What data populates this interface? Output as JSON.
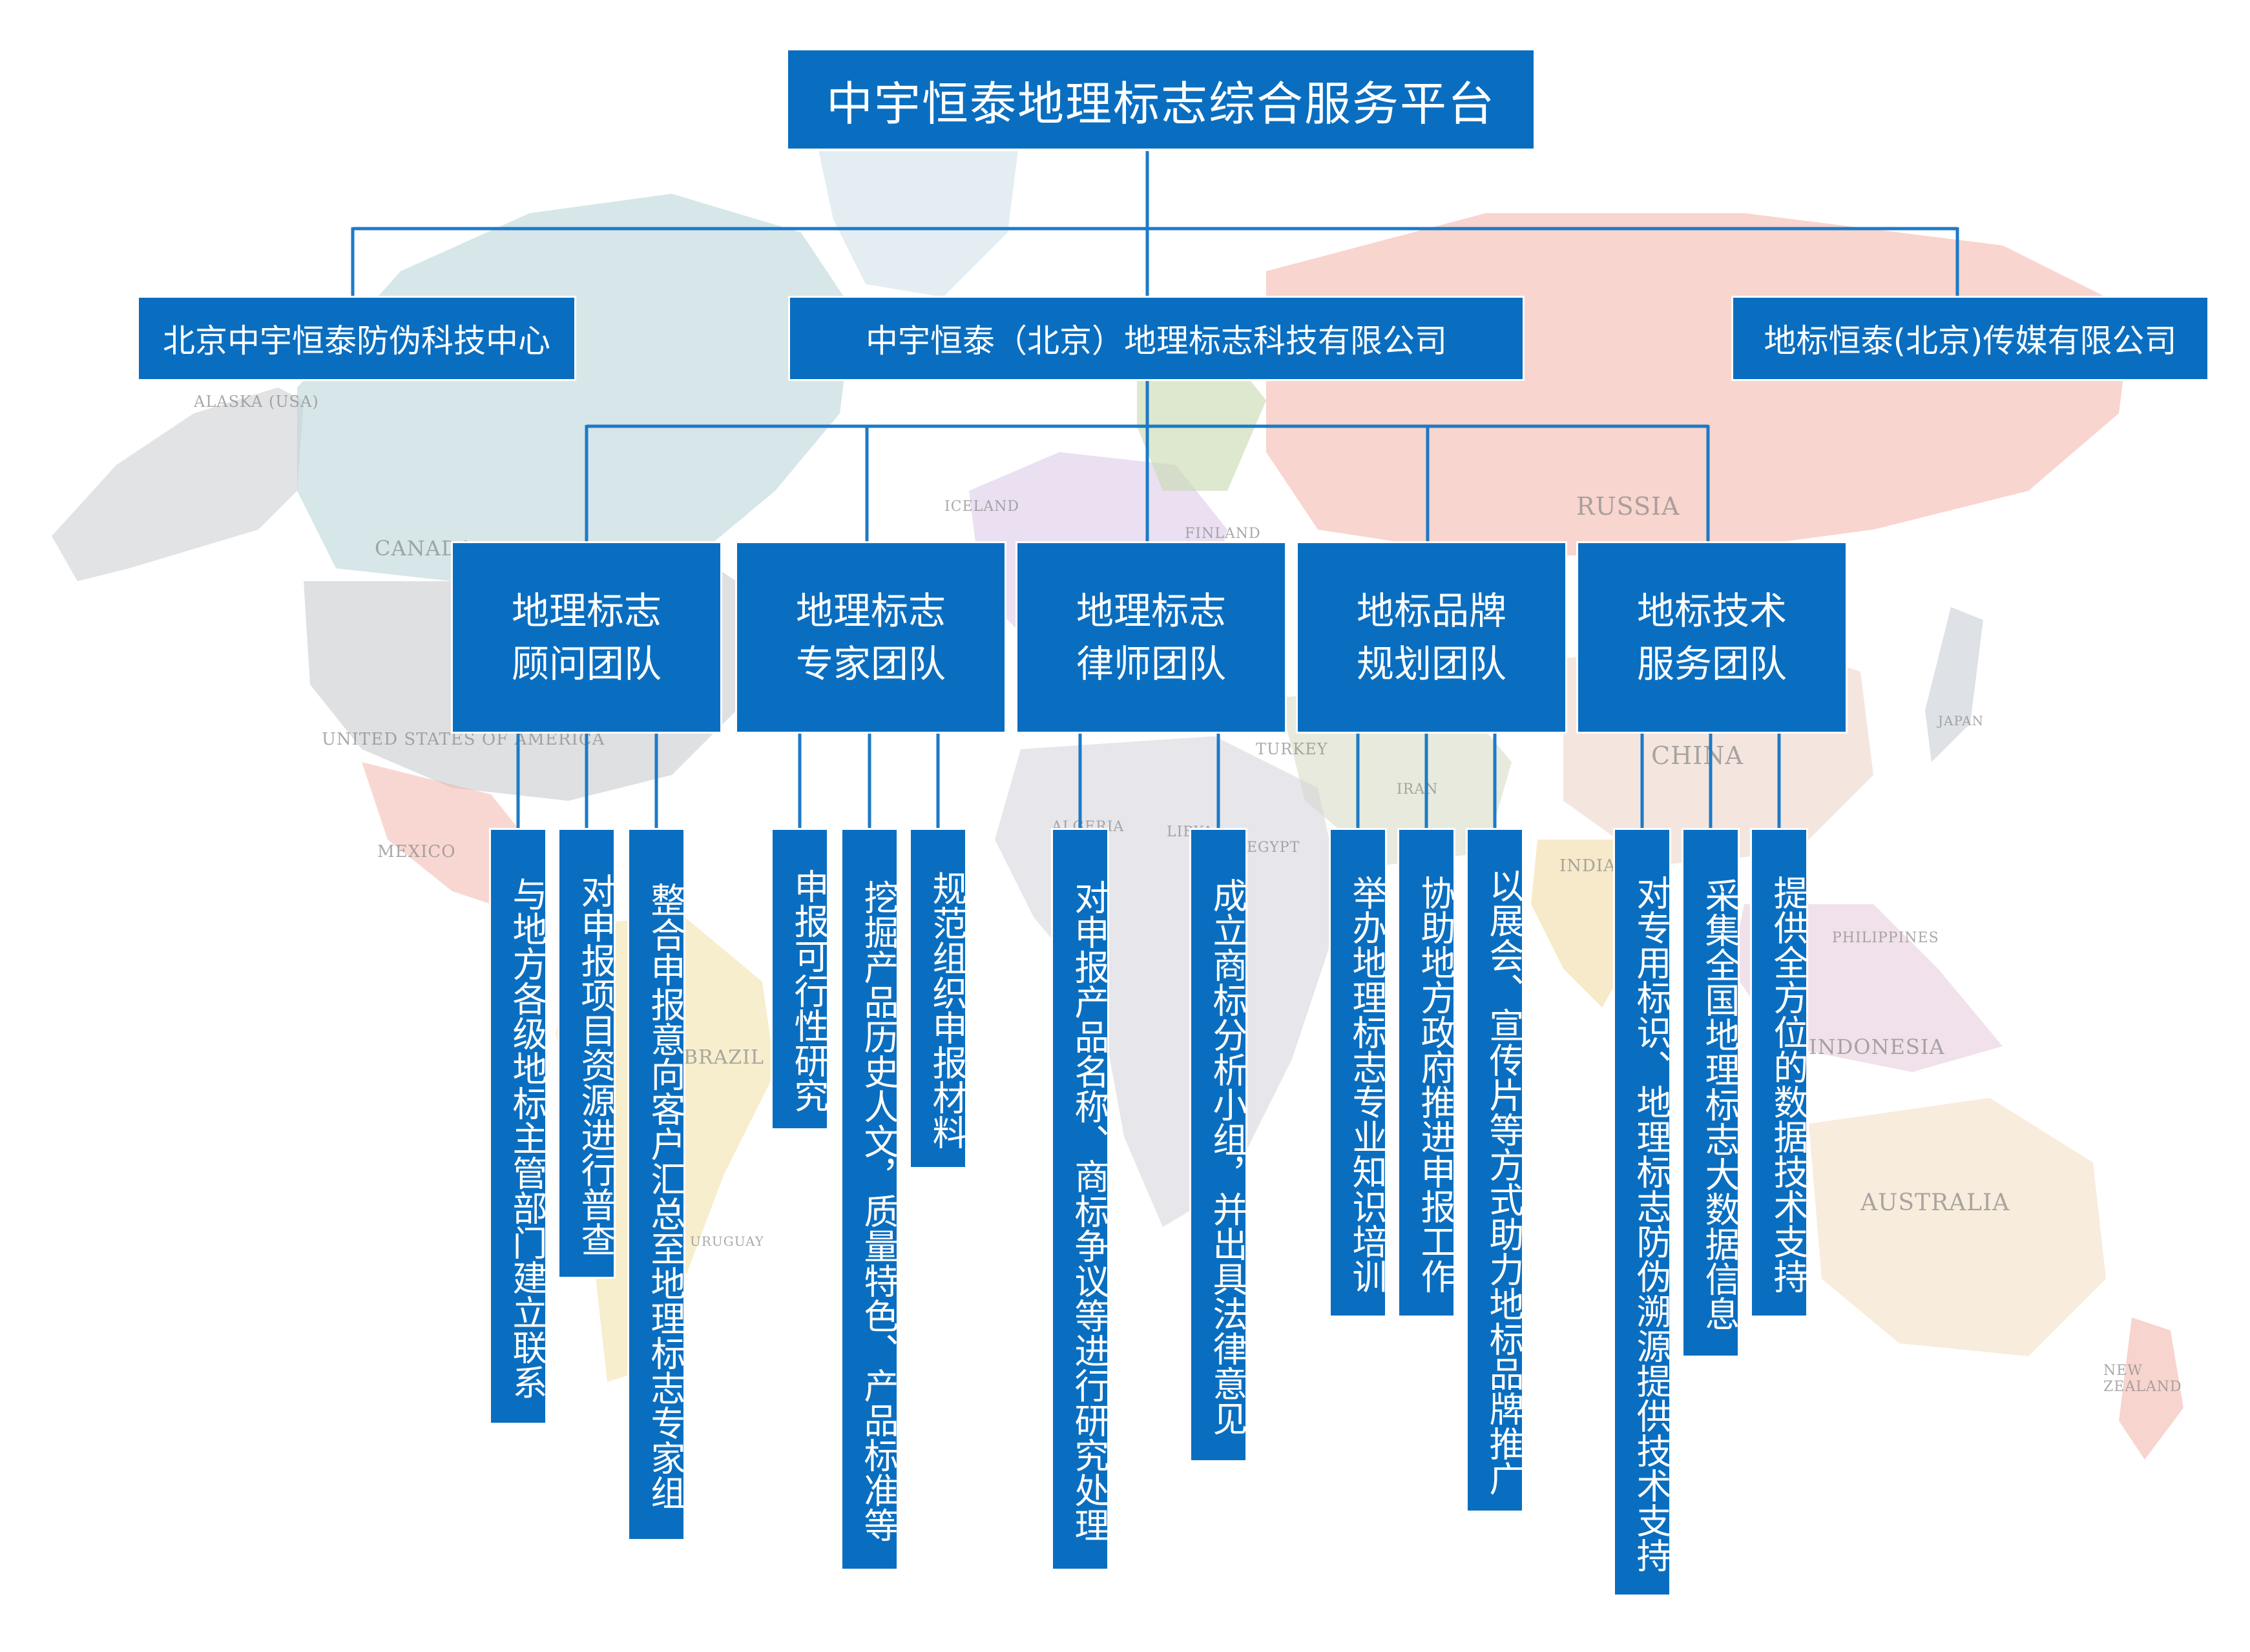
{
  "title": "中宇恒泰地理标志综合服务平台",
  "companies": [
    "北京中宇恒泰防伪科技中心",
    "中宇恒泰（北京）地理标志科技有限公司",
    "地标恒泰(北京)传媒有限公司"
  ],
  "teams": [
    {
      "line1": "地理标志",
      "line2": "顾问团队"
    },
    {
      "line1": "地理标志",
      "line2": "专家团队"
    },
    {
      "line1": "地理标志",
      "line2": "律师团队"
    },
    {
      "line1": "地标品牌",
      "line2": "规划团队"
    },
    {
      "line1": "地标技术",
      "line2": "服务团队"
    }
  ],
  "tasks": [
    "与地方各级地标主管部门建立联系",
    "对申报项目资源进行普查",
    "整合申报意向客户汇总至地理标志专家组",
    "申报可行性研究",
    "挖掘产品历史人文，质量特色、产品标准等",
    "规范组织申报材料",
    "对申报产品名称、商标争议等进行研究处理",
    "成立商标分析小组，并出具法律意见",
    "举办地理标志专业知识培训",
    "协助地方政府推进申报工作",
    "以展会、宣传片等方式助力地标品牌推广",
    "对专用标识、地理标志防伪溯源提供技术支持",
    "采集全国地理标志大数据信息",
    "提供全方位的数据技术支持"
  ],
  "map_labels": [
    "ALASKA (USA)",
    "CANADA",
    "ICELAND",
    "FINLAND",
    "RUSSIA",
    "UNITED STATES OF AMERICA",
    "MEXICO",
    "TURKEY",
    "CHINA",
    "IRAN",
    "LIBYA",
    "EGYPT",
    "INDIA",
    "BRAZIL",
    "PHILIPPINES",
    "INDONESIA",
    "AUSTRALIA",
    "NEW ZEALAND",
    "JAPAN",
    "URUGUAY",
    "ALGERIA"
  ],
  "colors": {
    "box": "#0a6ec0",
    "line": "#1d7ac7",
    "box_text": "#ffffff"
  }
}
